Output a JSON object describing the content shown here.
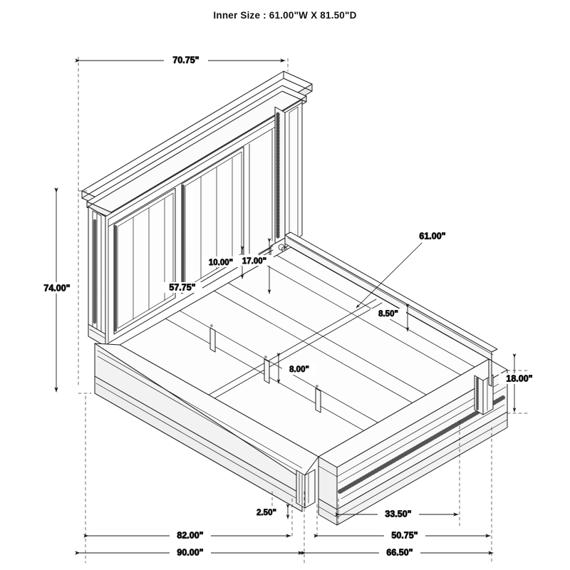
{
  "page": {
    "title": "Inner Size : 61.00\"W X 81.50\"D",
    "background_color": "#ffffff",
    "line_color": "#1a1a1a",
    "fill_color": "#fdfdfd",
    "shade_color": "#ececec"
  },
  "drawing": {
    "subject": "platform bed frame with upholstered headboard, footboard and side rails",
    "view": "isometric technical dimension drawing",
    "units": "inches"
  },
  "dimensions": {
    "top_width": "70.75\"",
    "headboard_height": "74.00\"",
    "panel_width": "57.75\"",
    "panel_gap": "10.00\"",
    "rail_drop": "17.00\"",
    "inner_width": "61.00\"",
    "rail_height": "8.50\"",
    "leg_height": "8.00\"",
    "footboard_height": "18.00\"",
    "base_height": "2.50\"",
    "footboard_inner": "33.50\"",
    "side_inner": "82.00\"",
    "footboard_width": "50.75\"",
    "overall_length": "90.00\"",
    "overall_depth": "66.50\""
  },
  "labels": [
    {
      "id": "top-width",
      "value": "70.75\""
    },
    {
      "id": "headboard-height",
      "value": "74.00\""
    },
    {
      "id": "panel-width",
      "value": "57.75\""
    },
    {
      "id": "panel-gap",
      "value": "10.00\""
    },
    {
      "id": "rail-drop",
      "value": "17.00\""
    },
    {
      "id": "inner-width",
      "value": "61.00\""
    },
    {
      "id": "rail-height",
      "value": "8.50\""
    },
    {
      "id": "leg-height",
      "value": "8.00\""
    },
    {
      "id": "footboard-height",
      "value": "18.00\""
    },
    {
      "id": "base-height",
      "value": "2.50\""
    },
    {
      "id": "footboard-inner",
      "value": "33.50\""
    },
    {
      "id": "side-inner",
      "value": "82.00\""
    },
    {
      "id": "footboard-width",
      "value": "50.75\""
    },
    {
      "id": "overall-length",
      "value": "90.00\""
    },
    {
      "id": "overall-depth",
      "value": "66.50\""
    }
  ]
}
